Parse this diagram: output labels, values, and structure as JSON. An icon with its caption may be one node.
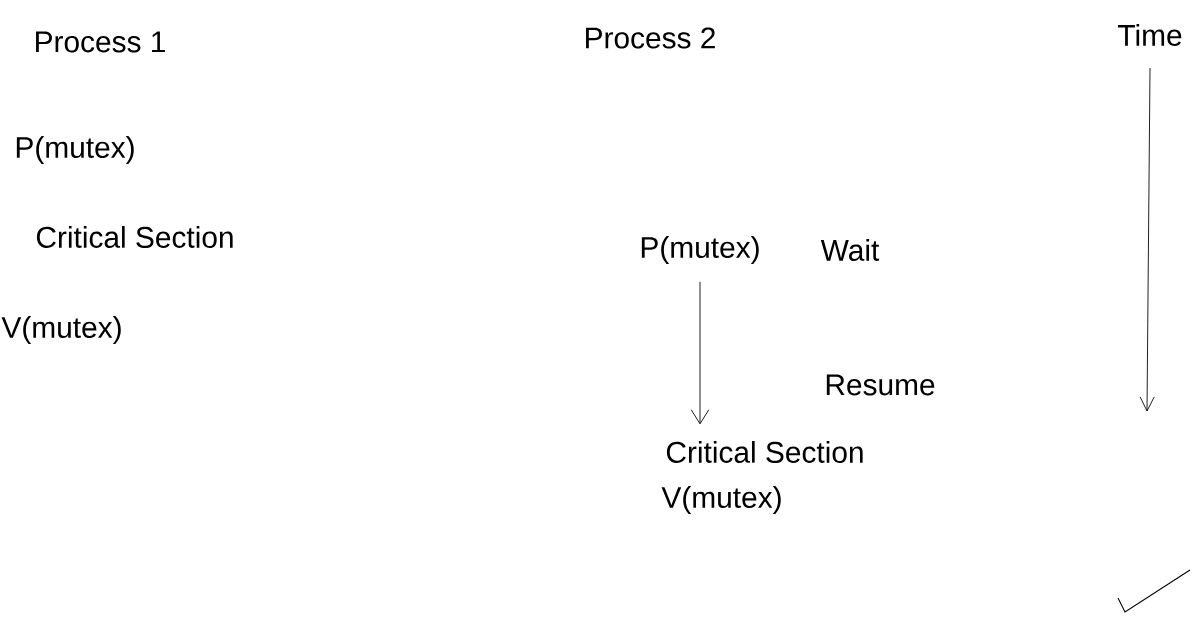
{
  "diagram": {
    "nodes": [
      {
        "text": [
          "P(mutex)"
        ]
      },
      {
        "text": [
          "Critical Section"
        ]
      }
    ],
    "edges": [
      {
        "from": 0,
        "to": 1,
        "arrow": "to"
      }
    ],
    "labels": [
      "Process 1",
      "Process 2",
      "Time",
      "P(mutex)",
      "Critical Section",
      "V(mutex)",
      "Wait",
      "Resume",
      "V(mutex)"
    ]
  }
}
